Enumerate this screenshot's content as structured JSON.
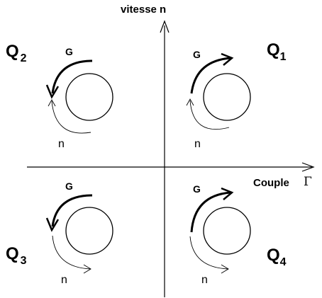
{
  "axes": {
    "y_label": "vitesse n",
    "x_label": "Couple",
    "x_symbol": "Γ"
  },
  "quadrants": [
    {
      "letter": "Q",
      "sub": "1",
      "torque_label": "G",
      "speed_label": "n",
      "torque_direction": "clockwise",
      "speed_direction": "counterclockwise"
    },
    {
      "letter": "Q",
      "sub": "2",
      "torque_label": "G",
      "speed_label": "n",
      "torque_direction": "counterclockwise",
      "speed_direction": "counterclockwise"
    },
    {
      "letter": "Q",
      "sub": "3",
      "torque_label": "G",
      "speed_label": "n",
      "torque_direction": "counterclockwise",
      "speed_direction": "clockwise"
    },
    {
      "letter": "Q",
      "sub": "4",
      "torque_label": "G",
      "speed_label": "n",
      "torque_direction": "clockwise",
      "speed_direction": "clockwise"
    }
  ]
}
